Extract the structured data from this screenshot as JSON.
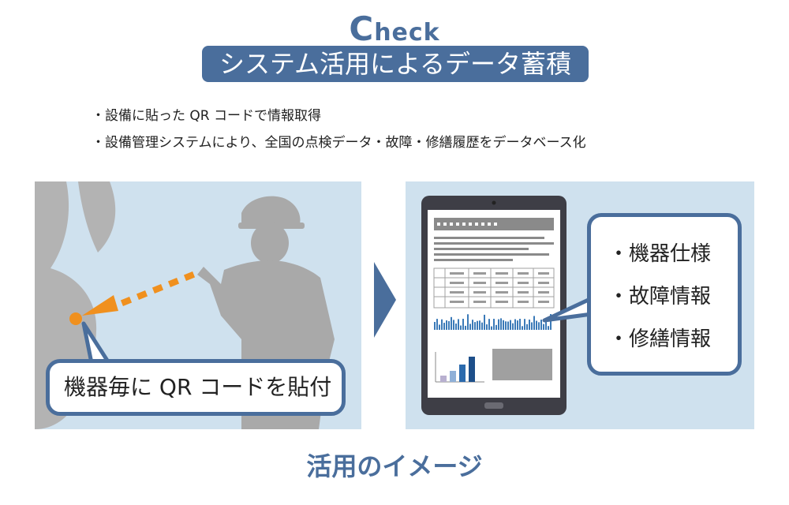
{
  "header": {
    "check_cap": "C",
    "check_rest": "heck",
    "title": "システム活用によるデータ蓄積"
  },
  "bullets": [
    "・設備に貼った QR コードで情報取得",
    "・設備管理システムにより、全国の点検データ・故障・修繕履歴をデータベース化"
  ],
  "left_panel": {
    "callout": "機器毎に QR コードを貼付"
  },
  "right_panel": {
    "items": [
      "・機器仕様",
      "・故障情報",
      "・修繕情報"
    ]
  },
  "caption": "活用のイメージ",
  "colors": {
    "accent": "#4a6e9c",
    "panel_bg": "#cfe1ee",
    "silhouette": "#a9a9a9",
    "highlight": "#f0901e"
  },
  "icons": [
    "tablet-icon",
    "worker-silhouette",
    "equipment-silhouette",
    "qr-marker-icon",
    "arrow-right-icon"
  ]
}
